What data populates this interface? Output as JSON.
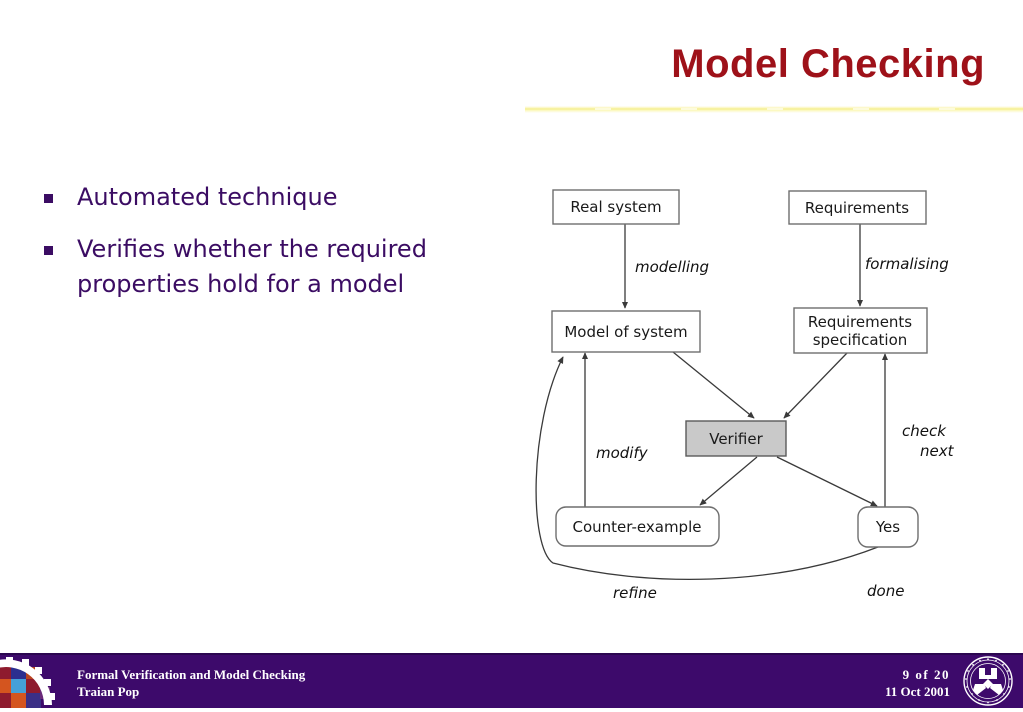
{
  "slide": {
    "title": "Model Checking",
    "title_color": "#9e1119",
    "bullet_color": "#3b0c63",
    "footer_color": "#3d0a6b"
  },
  "bullets": [
    {
      "text": "Automated technique"
    },
    {
      "text": "Verifies whether the required properties hold for a model"
    }
  ],
  "diagram": {
    "nodes": [
      {
        "id": "real-system",
        "label": "Real system",
        "shape": "rect",
        "fill": "white"
      },
      {
        "id": "requirements",
        "label": "Requirements",
        "shape": "rect",
        "fill": "white"
      },
      {
        "id": "model-of-system",
        "label": "Model of system",
        "shape": "rect",
        "fill": "white"
      },
      {
        "id": "requirements-specification",
        "label_line1": "Requirements",
        "label_line2": "specification",
        "shape": "rect",
        "fill": "white"
      },
      {
        "id": "verifier",
        "label": "Verifier",
        "shape": "rect",
        "fill": "#c9c9c9"
      },
      {
        "id": "counter-example",
        "label": "Counter-example",
        "shape": "rounded-rect",
        "fill": "white"
      },
      {
        "id": "yes",
        "label": "Yes",
        "shape": "rounded-rect",
        "fill": "white"
      }
    ],
    "edge_labels": [
      {
        "id": "modelling",
        "text": "modelling"
      },
      {
        "id": "formalising",
        "text": "formalising"
      },
      {
        "id": "modify",
        "text": "modify"
      },
      {
        "id": "check",
        "text": "check"
      },
      {
        "id": "next",
        "text": "next"
      },
      {
        "id": "refine",
        "text": "refine"
      },
      {
        "id": "done",
        "text": "done"
      }
    ]
  },
  "footer": {
    "course": "Formal Verification and Model Checking",
    "author": "Traian Pop",
    "page": "9  of  20",
    "date": "11 Oct 2001"
  }
}
